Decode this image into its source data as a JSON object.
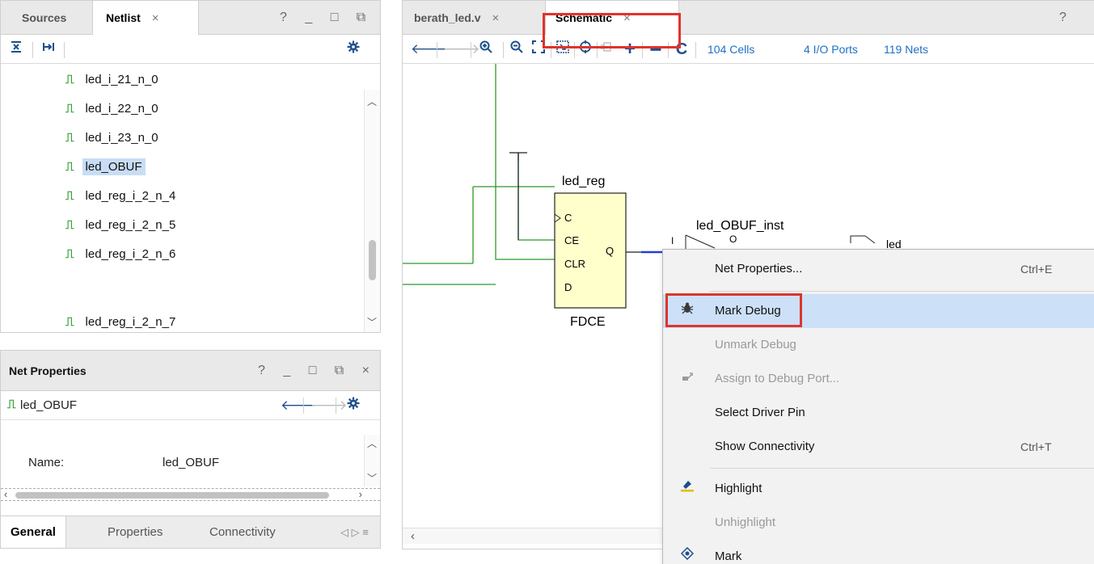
{
  "netlist_panel": {
    "tabs": [
      {
        "label": "Sources"
      },
      {
        "label": "Netlist",
        "close": "×"
      }
    ],
    "controls": "? _ □ ⧉",
    "items": [
      {
        "label": "led_i_21_n_0"
      },
      {
        "label": "led_i_22_n_0"
      },
      {
        "label": "led_i_23_n_0"
      },
      {
        "label": "led_OBUF",
        "selected": true
      },
      {
        "label": "led_reg_i_2_n_4"
      },
      {
        "label": "led_reg_i_2_n_5"
      },
      {
        "label": "led_reg_i_2_n_6"
      },
      {
        "label": "led_reg_i_2_n_7"
      }
    ]
  },
  "net_properties": {
    "title": "Net Properties",
    "controls": "? _ □ ⧉ ×",
    "net_name": "led_OBUF",
    "name_label": "Name:",
    "name_value": "led_OBUF",
    "tabs": [
      {
        "label": "General"
      },
      {
        "label": "Properties"
      },
      {
        "label": "Connectivity"
      }
    ]
  },
  "schematic_panel": {
    "tabs": [
      {
        "label": "berath_led.v",
        "close": "×"
      },
      {
        "label": "Schematic",
        "close": "×"
      }
    ],
    "controls": "? □",
    "stats": {
      "cells": "104 Cells",
      "io_ports": "4 I/O Ports",
      "nets": "119 Nets"
    },
    "schematic": {
      "reg_name": "led_reg",
      "reg_type": "FDCE",
      "pins": [
        "C",
        "CE",
        "CLR",
        "D",
        "Q"
      ],
      "obuf_name": "led_OBUF_inst",
      "obuf_pin": "O",
      "port_partial": "led",
      "obuf_pin_i": "I"
    }
  },
  "context_menu": {
    "items": [
      {
        "label": "Net Properties...",
        "shortcut": "Ctrl+E",
        "icon": "",
        "disabled": false
      },
      {
        "label": "Mark Debug",
        "shortcut": "",
        "icon": "bug-icon",
        "disabled": false,
        "highlighted": true
      },
      {
        "label": "Unmark Debug",
        "shortcut": "",
        "icon": "",
        "disabled": true
      },
      {
        "label": "Assign to Debug Port...",
        "shortcut": "",
        "icon": "debug-port-icon",
        "disabled": true
      },
      {
        "label": "Select Driver Pin",
        "shortcut": "",
        "icon": "",
        "disabled": false
      },
      {
        "label": "Show Connectivity",
        "shortcut": "Ctrl+T",
        "icon": "",
        "disabled": false
      },
      {
        "label": "Highlight",
        "shortcut": "",
        "icon": "highlight-icon",
        "disabled": false
      },
      {
        "label": "Unhighlight",
        "shortcut": "",
        "icon": "",
        "disabled": true
      },
      {
        "label": "Mark",
        "shortcut": "",
        "icon": "mark-icon",
        "disabled": false
      }
    ]
  },
  "colors": {
    "accent_blue": "#1f6fc5",
    "net_green": "#2a9a2a",
    "selection": "#cce0f7",
    "annotation_red": "#e0342c",
    "cell_fill": "#ffffcc"
  }
}
